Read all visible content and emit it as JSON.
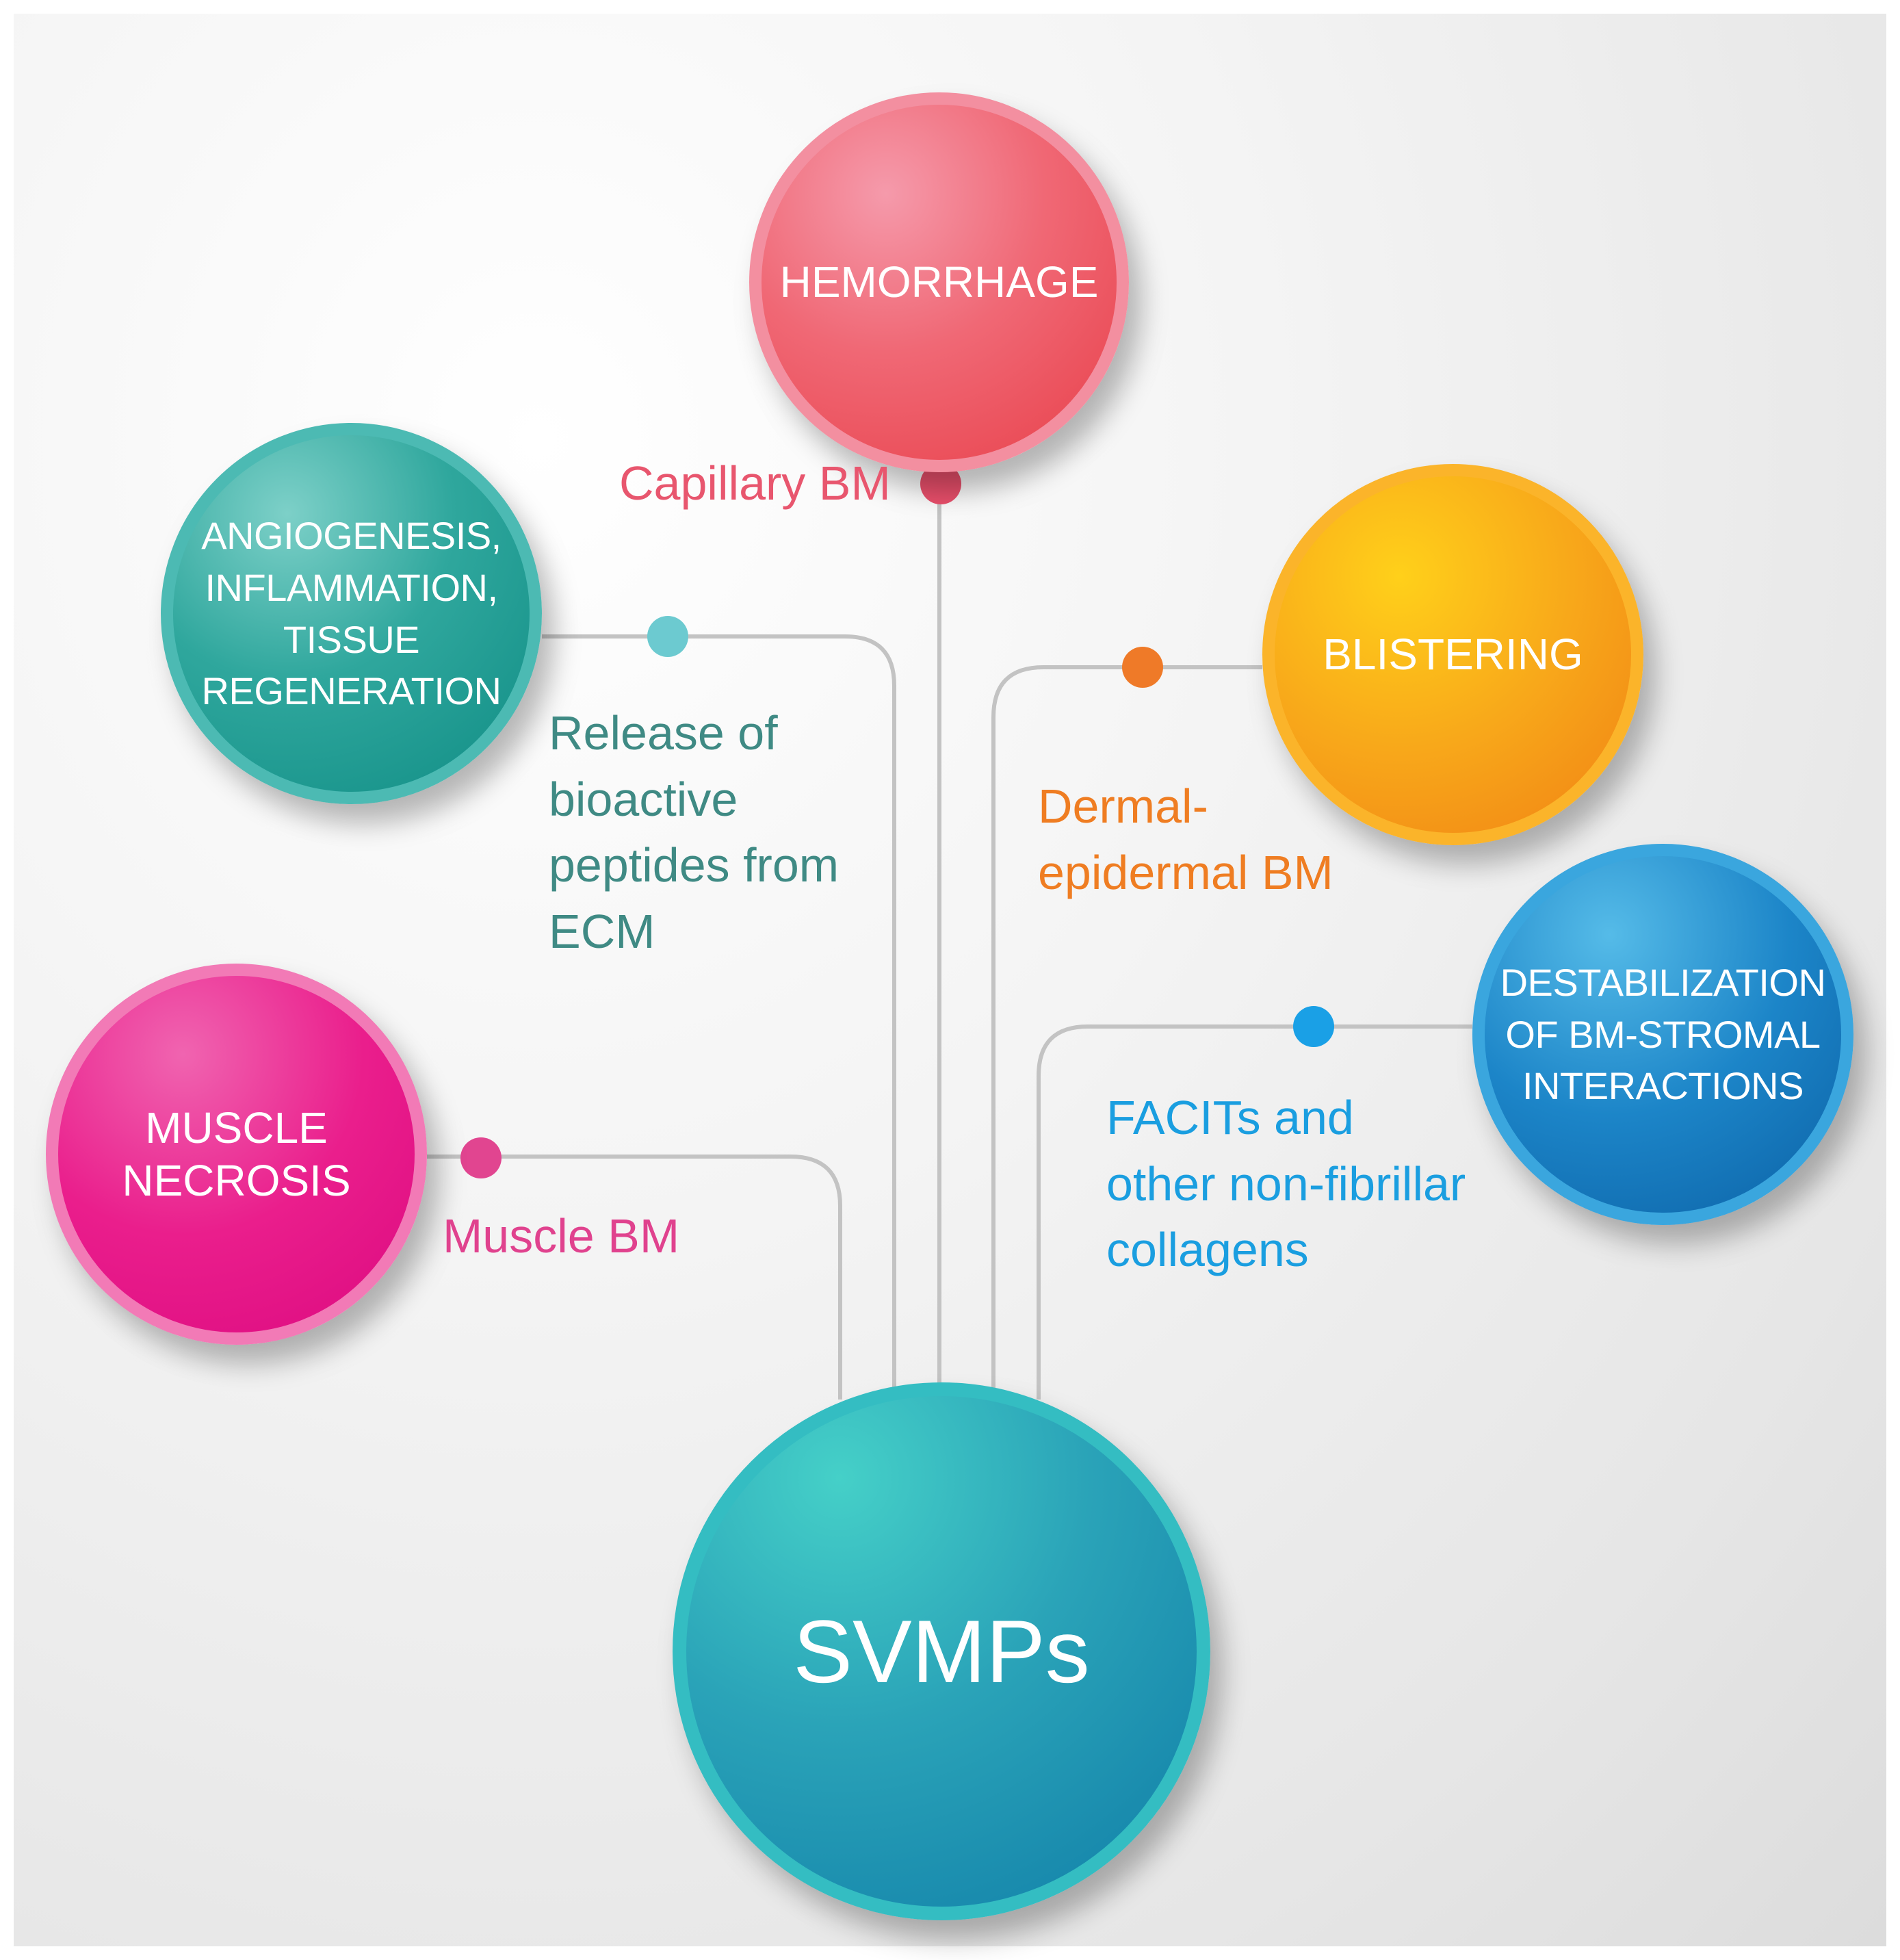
{
  "nodes": {
    "hemorrhage": {
      "label": "HEMORRHAGE",
      "color": "#f06875"
    },
    "angiogenesis": {
      "label": "ANGIOGENESIS,\nINFLAMMATION,\nTISSUE\nREGENERATION",
      "color": "#1a9a92"
    },
    "blistering": {
      "label": "BLISTERING",
      "color": "#f6a01a"
    },
    "destabilization": {
      "label": "DESTABILIZATION\nOF BM-STROMAL\nINTERACTIONS",
      "color": "#1a80c6"
    },
    "muscle_necrosis": {
      "label": "MUSCLE\nNECROSIS",
      "color": "#e6168a"
    },
    "svmps": {
      "label": "SVMPs",
      "color": "#1e96b4"
    }
  },
  "captions": {
    "capillary_bm": {
      "text": "Capillary BM",
      "color": "#e8566e"
    },
    "bioactive_peptides": {
      "text": "Release of\nbioactive\npeptides from\nECM",
      "color": "#3f8a84"
    },
    "dermal_epidermal_bm": {
      "text": "Dermal-\nepidermal BM",
      "color": "#ef7d22"
    },
    "facits": {
      "text": "FACITs and\nother non-fibrillar\ncollagens",
      "color": "#1a9ee0"
    },
    "muscle_bm": {
      "text": "Muscle BM",
      "color": "#e0428e"
    }
  },
  "connector_color": "#c3c3c3",
  "dot_colors": {
    "capillary_bm": "#e94f6b",
    "bioactive_peptides": "#6ccad0",
    "dermal_epidermal_bm": "#ef7a28",
    "facits": "#1aa0e6",
    "muscle_bm": "#e14590"
  }
}
